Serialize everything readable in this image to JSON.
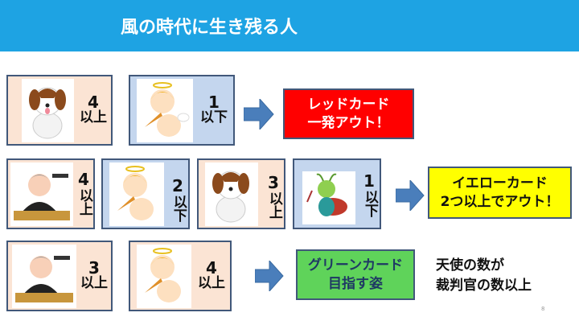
{
  "title": "風の時代に生き残る人",
  "rows": [
    {
      "cards": [
        {
          "figure": "dog",
          "num": "4",
          "cond": "以上"
        },
        {
          "figure": "angel",
          "num": "1",
          "cond": "以下"
        }
      ],
      "result": {
        "line1": "レッドカード",
        "line2": "一発アウト！",
        "color": "#ff0000",
        "text_color": "#ffffff"
      }
    },
    {
      "cards": [
        {
          "figure": "judge",
          "num": "4",
          "cond": "以上"
        },
        {
          "figure": "angel",
          "num": "2",
          "cond": "以下"
        },
        {
          "figure": "dog",
          "num": "3",
          "cond": "以上"
        },
        {
          "figure": "cricket",
          "num": "1",
          "cond": "以下"
        }
      ],
      "result": {
        "line1": "イエローカード",
        "line2": "2つ以上でアウト！",
        "color": "#ffff00",
        "text_color": "#111111"
      }
    },
    {
      "cards": [
        {
          "figure": "judge",
          "num": "3",
          "cond": "以上"
        },
        {
          "figure": "angel",
          "num": "4",
          "cond": "以上"
        }
      ],
      "result": {
        "line1": "グリーンカード",
        "line2": "目指す姿",
        "color": "#5fd35a",
        "text_color": "#1f3864"
      }
    }
  ],
  "note": {
    "line1": "天使の数が",
    "line2": "裁判官の数以上"
  },
  "page_number": "8"
}
